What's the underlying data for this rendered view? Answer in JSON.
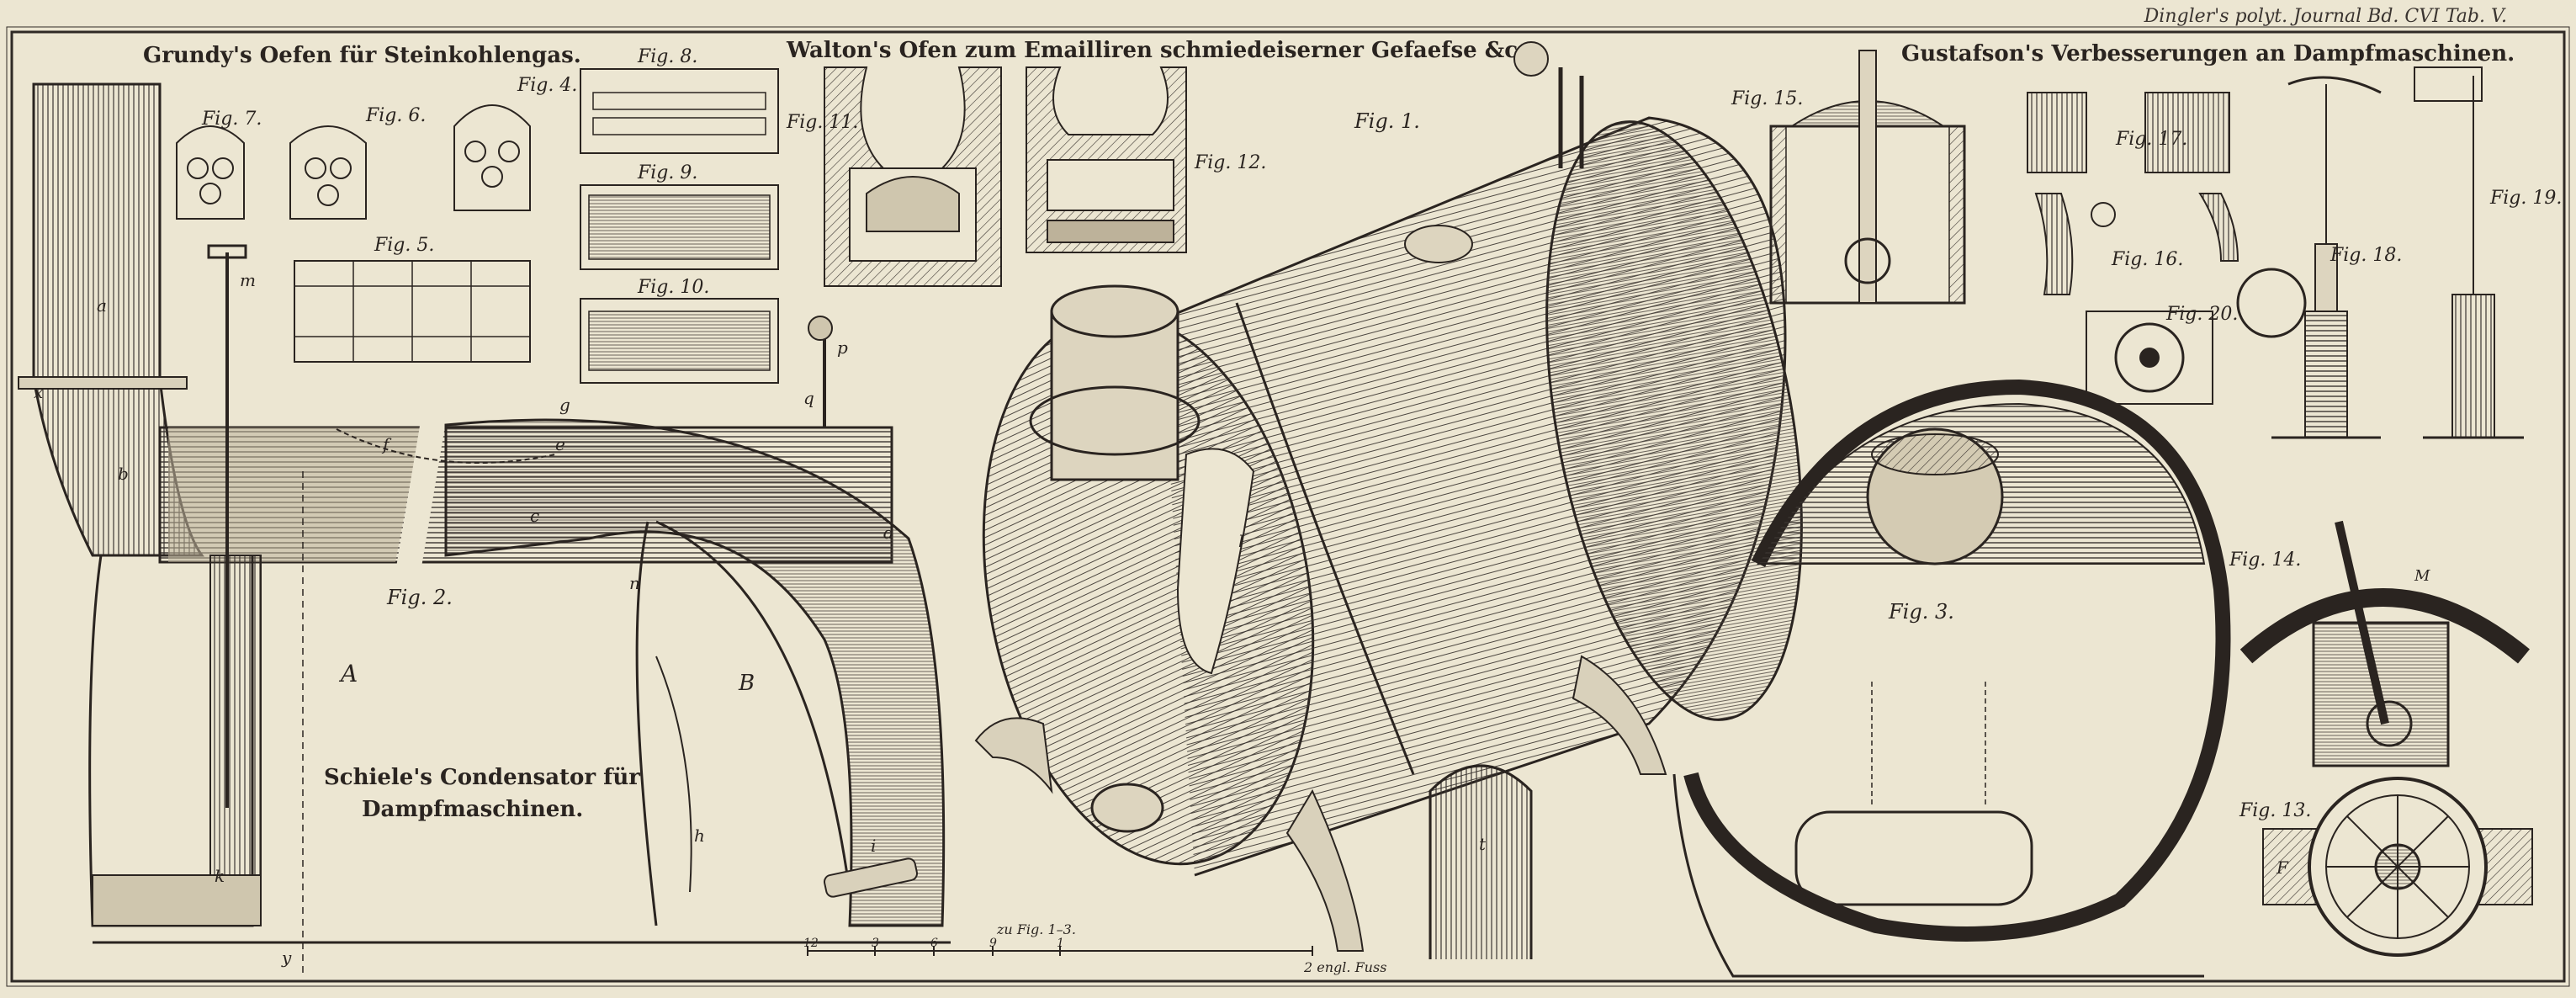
{
  "header_right": "Dingler's polyt. Journal Bd. CVI Tab. V.",
  "titles": {
    "grundy": "Grundy's Oefen für Steinkohlengas.",
    "walton": "Walton's Ofen zum Emailliren schmiedeiserner Gefaefse &c.",
    "gustafson": "Gustafson's Verbesserungen an Dampfmaschinen.",
    "schiele_1": "Schiele's Condensator für",
    "schiele_2": "Dampfmaschinen."
  },
  "figures": {
    "f1": "Fig. 1.",
    "f2": "Fig. 2.",
    "f3": "Fig. 3.",
    "f4": "Fig. 4.",
    "f5": "Fig. 5.",
    "f6": "Fig. 6.",
    "f7": "Fig. 7.",
    "f8": "Fig. 8.",
    "f9": "Fig. 9.",
    "f10": "Fig. 10.",
    "f11": "Fig. 11.",
    "f12": "Fig. 12.",
    "f13": "Fig. 13.",
    "f14": "Fig. 14.",
    "f15": "Fig. 15.",
    "f16": "Fig. 16.",
    "f17": "Fig. 17.",
    "f18": "Fig. 18.",
    "f19": "Fig. 19.",
    "f20": "Fig. 20."
  },
  "scale": {
    "caption": "zu Fig. 1–3.",
    "unit": "2 engl. Fuss",
    "ticks": [
      "12",
      "3",
      "6",
      "9",
      "1"
    ]
  },
  "letters": {
    "a": "a",
    "b": "b",
    "c": "c",
    "d": "d",
    "e": "e",
    "f": "f",
    "g": "g",
    "h": "h",
    "i": "i",
    "k": "k",
    "l": "l",
    "m": "m",
    "n": "n",
    "p": "p",
    "q": "q",
    "t": "t",
    "x": "x",
    "y": "y",
    "A": "A",
    "B": "B",
    "F": "F",
    "M": "M"
  }
}
